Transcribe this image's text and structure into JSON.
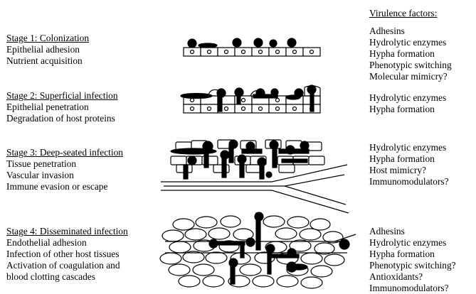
{
  "virulence_header": "Virulence factors:",
  "stages": [
    {
      "title": "Stage 1: Colonization",
      "details": [
        "Epithelial adhesion",
        "Nutrient acquisition"
      ],
      "factors": [
        "Adhesins",
        "Hydrolytic enzymes",
        "Hypha formation",
        "Phenotypic switching",
        "Molecular mimicry?"
      ]
    },
    {
      "title": "Stage 2: Superficial infection",
      "details": [
        "Epithelial penetration",
        "Degradation of host proteins"
      ],
      "factors": [
        "Hydrolytic enzymes",
        "Hypha formation"
      ]
    },
    {
      "title": "Stage 3: Deep-seated infection",
      "details": [
        "Tissue penetration",
        "Vascular invasion",
        "Immune evasion or escape"
      ],
      "factors": [
        "Hydrolytic enzymes",
        "Hypha formation",
        "Host mimicry?",
        "Immunomodulators?"
      ]
    },
    {
      "title": "Stage 4: Disseminated infection",
      "details": [
        "Endothelial adhesion",
        "Infection of other host tissues",
        "Activation of coagulation and",
        "blood clotting cascades"
      ],
      "factors": [
        "Adhesins",
        "Hydrolytic enzymes",
        "Hypha formation",
        "Phenotypic switching?",
        "Antioxidants?",
        "Immunomodulators?"
      ]
    }
  ]
}
